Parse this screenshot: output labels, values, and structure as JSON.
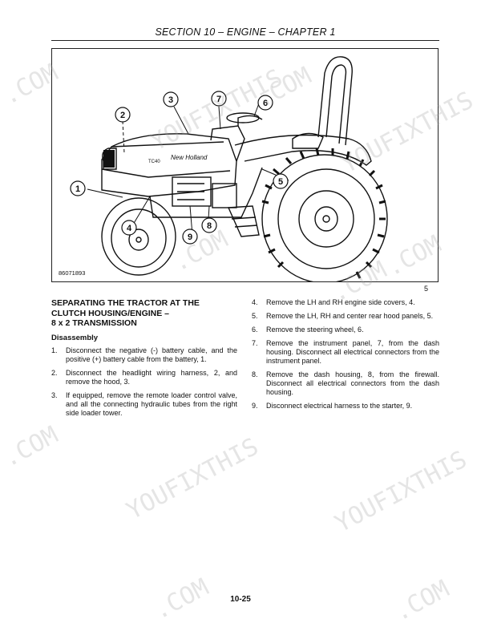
{
  "header": {
    "text": "SECTION 10 – ENGINE – CHAPTER 1"
  },
  "figure": {
    "id_text": "86071893",
    "number": "5",
    "brand_text": "New Holland",
    "model_text": "TC40",
    "callouts": [
      "1",
      "2",
      "3",
      "4",
      "5",
      "6",
      "7",
      "8",
      "9"
    ]
  },
  "content": {
    "title_lines": [
      "SEPARATING THE TRACTOR AT THE",
      "CLUTCH HOUSING/ENGINE –",
      "8 x 2 TRANSMISSION"
    ],
    "subheading": "Disassembly",
    "steps": [
      {
        "n": "1.",
        "text": "Disconnect the negative (-) battery cable, and the positive (+) battery cable from the battery, 1."
      },
      {
        "n": "2.",
        "text": "Disconnect the headlight wiring harness, 2, and remove the hood, 3."
      },
      {
        "n": "3.",
        "text": "If equipped, remove the remote loader control valve, and all the connecting hydraulic tubes from the right side loader tower."
      },
      {
        "n": "4.",
        "text": "Remove the LH and RH engine side covers, 4."
      },
      {
        "n": "5.",
        "text": "Remove the LH, RH and center rear hood panels, 5."
      },
      {
        "n": "6.",
        "text": "Remove the steering wheel, 6."
      },
      {
        "n": "7.",
        "text": "Remove the instrument panel, 7, from the dash housing. Disconnect all electrical connectors from the instrument panel."
      },
      {
        "n": "8.",
        "text": "Remove the dash housing, 8, from the firewall. Disconnect all electrical connectors from the dash housing."
      },
      {
        "n": "9.",
        "text": "Disconnect electrical harness to the starter, 9."
      }
    ]
  },
  "footer": {
    "page": "10-25"
  },
  "watermark": {
    "brand": "YOUFIXTHIS",
    "domain": ".COM"
  }
}
